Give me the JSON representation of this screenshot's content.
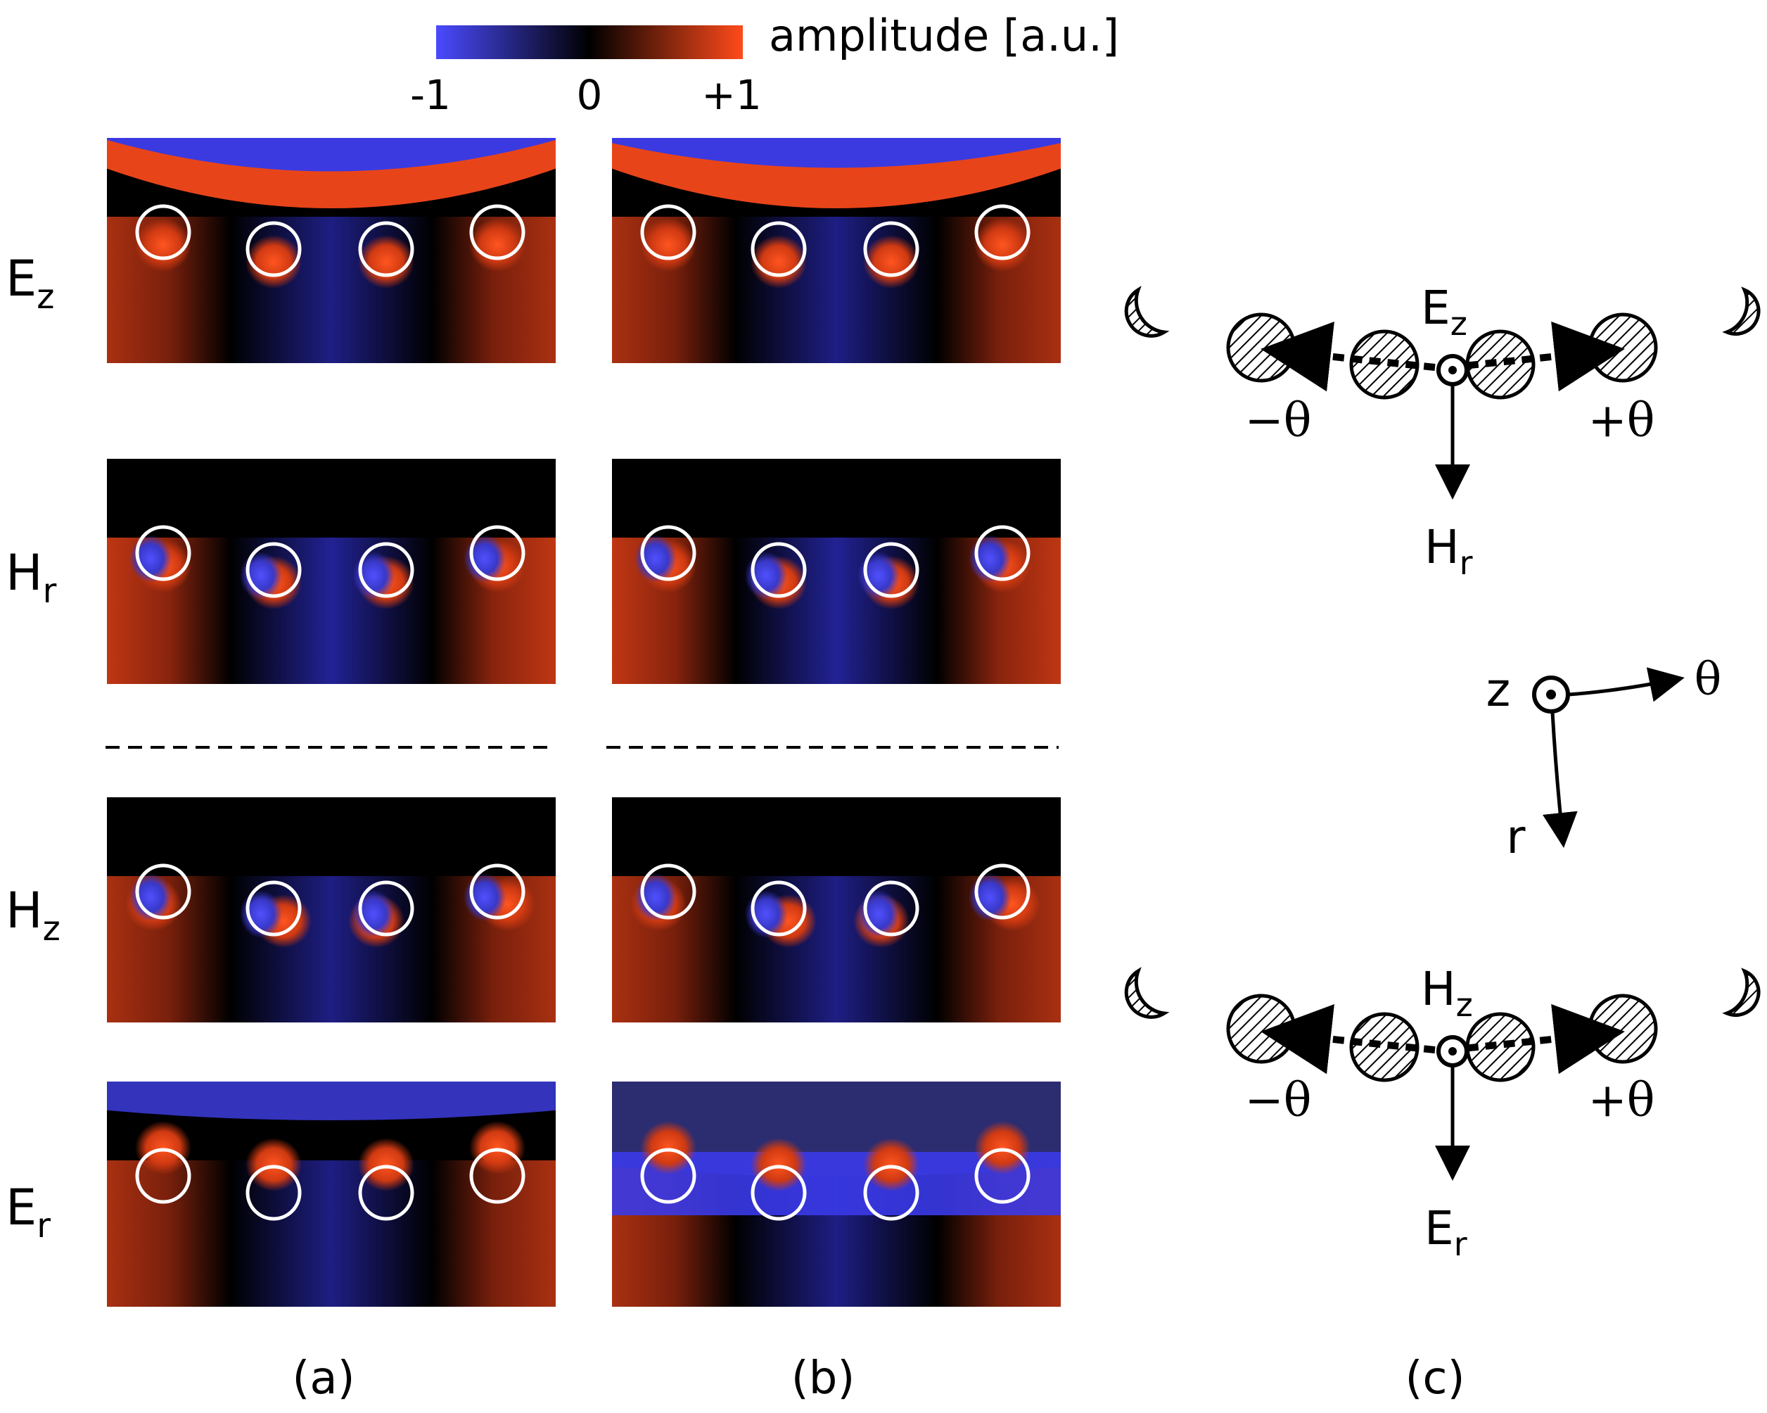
{
  "colorbar": {
    "title": "amplitude [a.u.]",
    "tick_min": "-1",
    "tick_mid": "0",
    "tick_max": "+1",
    "colors": {
      "negative": "#4a4aff",
      "zero": "#000000",
      "positive": "#ff4a1a"
    }
  },
  "rows": [
    {
      "main": "E",
      "sub": "z"
    },
    {
      "main": "H",
      "sub": "r"
    },
    {
      "main": "H",
      "sub": "z"
    },
    {
      "main": "E",
      "sub": "r"
    }
  ],
  "panels": {
    "a": "(a)",
    "b": "(b)",
    "c": "(c)"
  },
  "diagram_top": {
    "center": {
      "main": "E",
      "sub": "z"
    },
    "arrow": {
      "main": "H",
      "sub": "r"
    },
    "minus_theta": "−θ",
    "plus_theta": "+θ"
  },
  "diagram_bottom": {
    "center": {
      "main": "H",
      "sub": "z"
    },
    "arrow": {
      "main": "E",
      "sub": "r"
    },
    "minus_theta": "−θ",
    "plus_theta": "+θ"
  },
  "axes": {
    "z": "z",
    "theta": "θ",
    "r": "r"
  }
}
